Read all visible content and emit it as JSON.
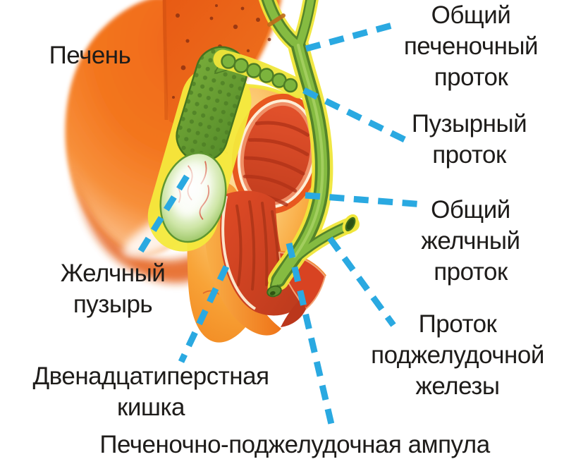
{
  "figure": {
    "type": "anatomical-diagram",
    "subject": "Biliary system: liver, gallbladder, bile ducts, pancreatic duct and duodenum",
    "labels": {
      "liver": "Печень",
      "common_hepatic_duct": "Общий\nпеченочный\nпроток",
      "cystic_duct": "Пузырный\nпроток",
      "common_bile_duct": "Общий\nжелчный\nпроток",
      "pancreatic_duct": "Проток\nподжелудочной\nжелезы",
      "gallbladder": "Желчный\nпузырь",
      "duodenum": "Двенадцатиперстная\nкишка",
      "hepatopancreatic_ampulla": "Печеночно-поджелудочная ампула"
    },
    "colors": {
      "background": "#ffffff",
      "text": "#1e1c1a",
      "leader_blue": "#2aa9e1",
      "liver_orange": "#f1671c",
      "liver_cut_orange": "#e85a14",
      "duodenum_orange": "#f8a337",
      "lumen_red": "#d84322",
      "duct_green": "#85bb41",
      "duct_dark_green": "#54842a",
      "gallbladder_green": "#7cb43d",
      "outline_yellow": "#f0e63a"
    }
  }
}
